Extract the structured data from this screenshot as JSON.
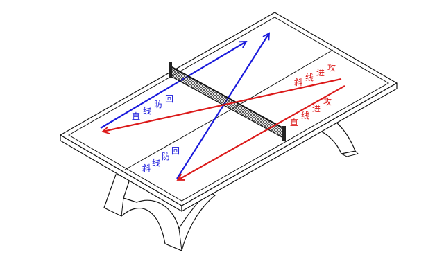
{
  "colors": {
    "defense": "#1a1adc",
    "attack": "#dc1a1a",
    "outline": "#111111",
    "surface": "#ffffff"
  },
  "labels": {
    "straight_defense": [
      "直",
      "线",
      "防",
      "回"
    ],
    "diagonal_defense": [
      "斜",
      "线",
      "防",
      "回"
    ],
    "diagonal_attack": [
      "斜",
      "线",
      "进",
      "攻"
    ],
    "straight_attack": [
      "直",
      "线",
      "进",
      "攻"
    ]
  }
}
